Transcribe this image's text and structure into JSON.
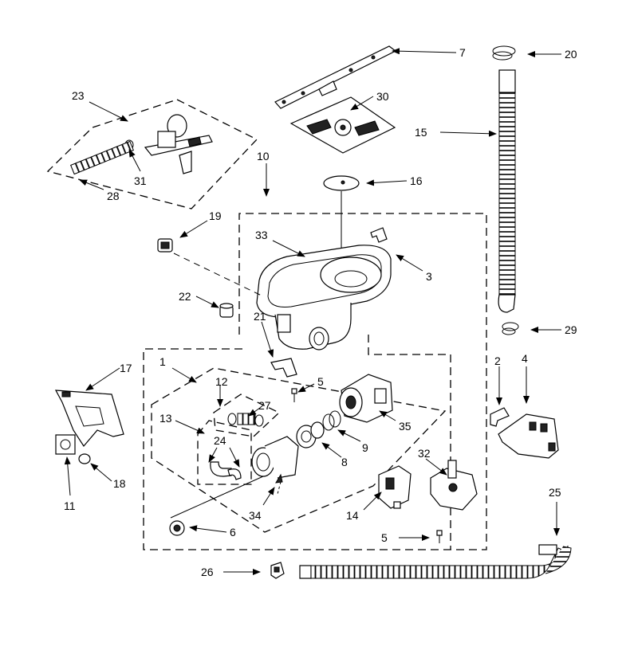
{
  "callouts": {
    "c1": "1",
    "c2": "2",
    "c3": "3",
    "c4": "4",
    "c5a": "5",
    "c5b": "5",
    "c6": "6",
    "c7": "7",
    "c8": "8",
    "c9": "9",
    "c10": "10",
    "c11": "11",
    "c12": "12",
    "c13": "13",
    "c14": "14",
    "c15": "15",
    "c16": "16",
    "c17": "17",
    "c18": "18",
    "c19": "19",
    "c20": "20",
    "c21": "21",
    "c22": "22",
    "c23": "23",
    "c24": "24",
    "c25": "25",
    "c26": "26",
    "c27": "27",
    "c28": "28",
    "c29": "29",
    "c30": "30",
    "c31": "31",
    "c32": "32",
    "c33": "33",
    "c34": "34",
    "c35": "35"
  }
}
